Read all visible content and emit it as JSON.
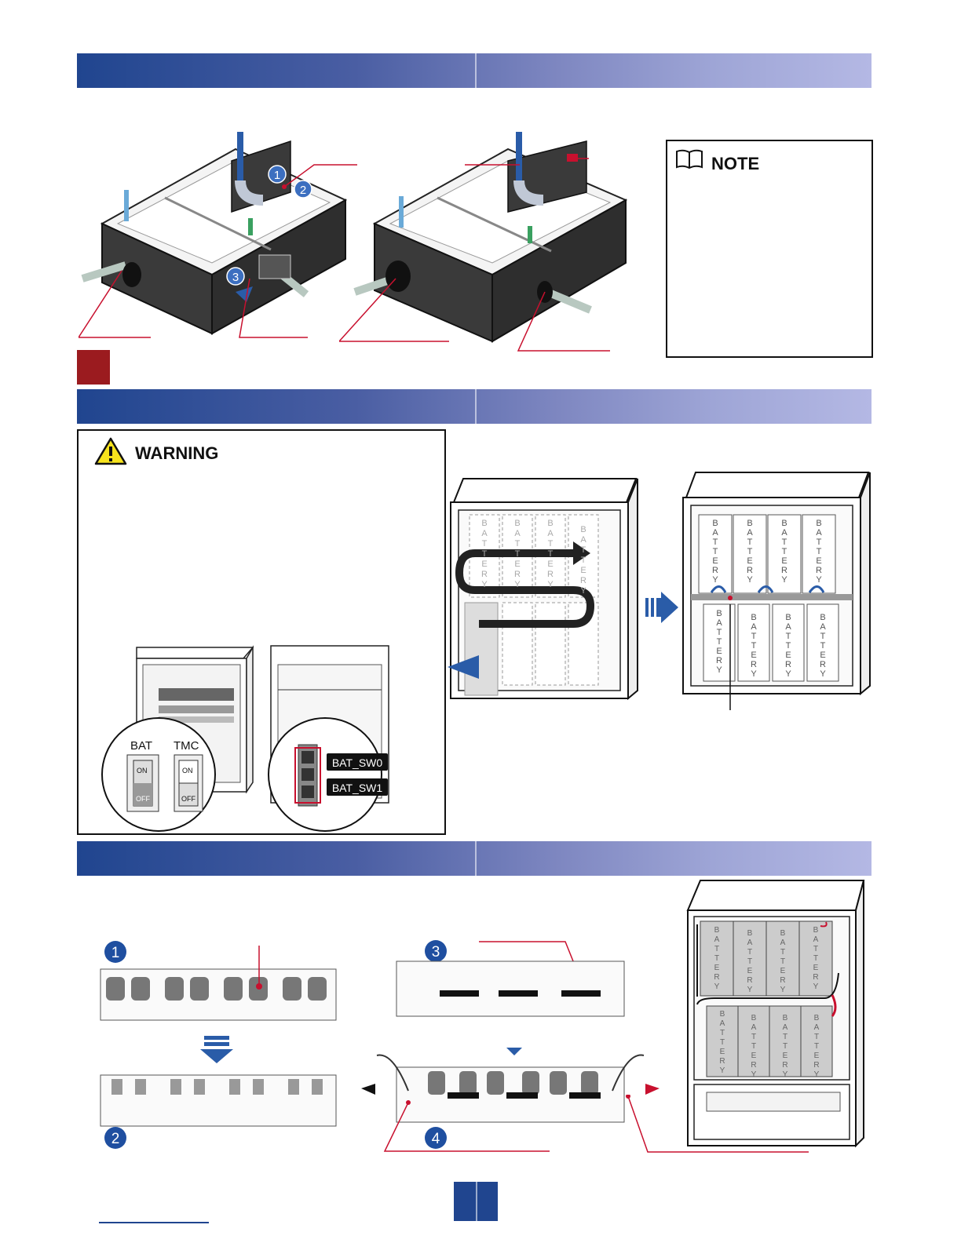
{
  "note": {
    "title": "NOTE"
  },
  "warning": {
    "title": "WARNING"
  },
  "switch_panel": {
    "bat_label": "BAT",
    "tmc_label": "TMC",
    "on": "ON",
    "off": "OFF",
    "sw0": "BAT_SW0",
    "sw1": "BAT_SW1"
  },
  "battery_label": "BATTERY",
  "steps": {
    "s1": "1",
    "s2": "2",
    "s3": "3",
    "s4": "4"
  },
  "colors": {
    "header_start": "#20458f",
    "header_end": "#b4b8e4",
    "accent_red": "#9b1b1f",
    "callout_red": "#c8102e",
    "arrow_blue": "#2a5ca8"
  }
}
